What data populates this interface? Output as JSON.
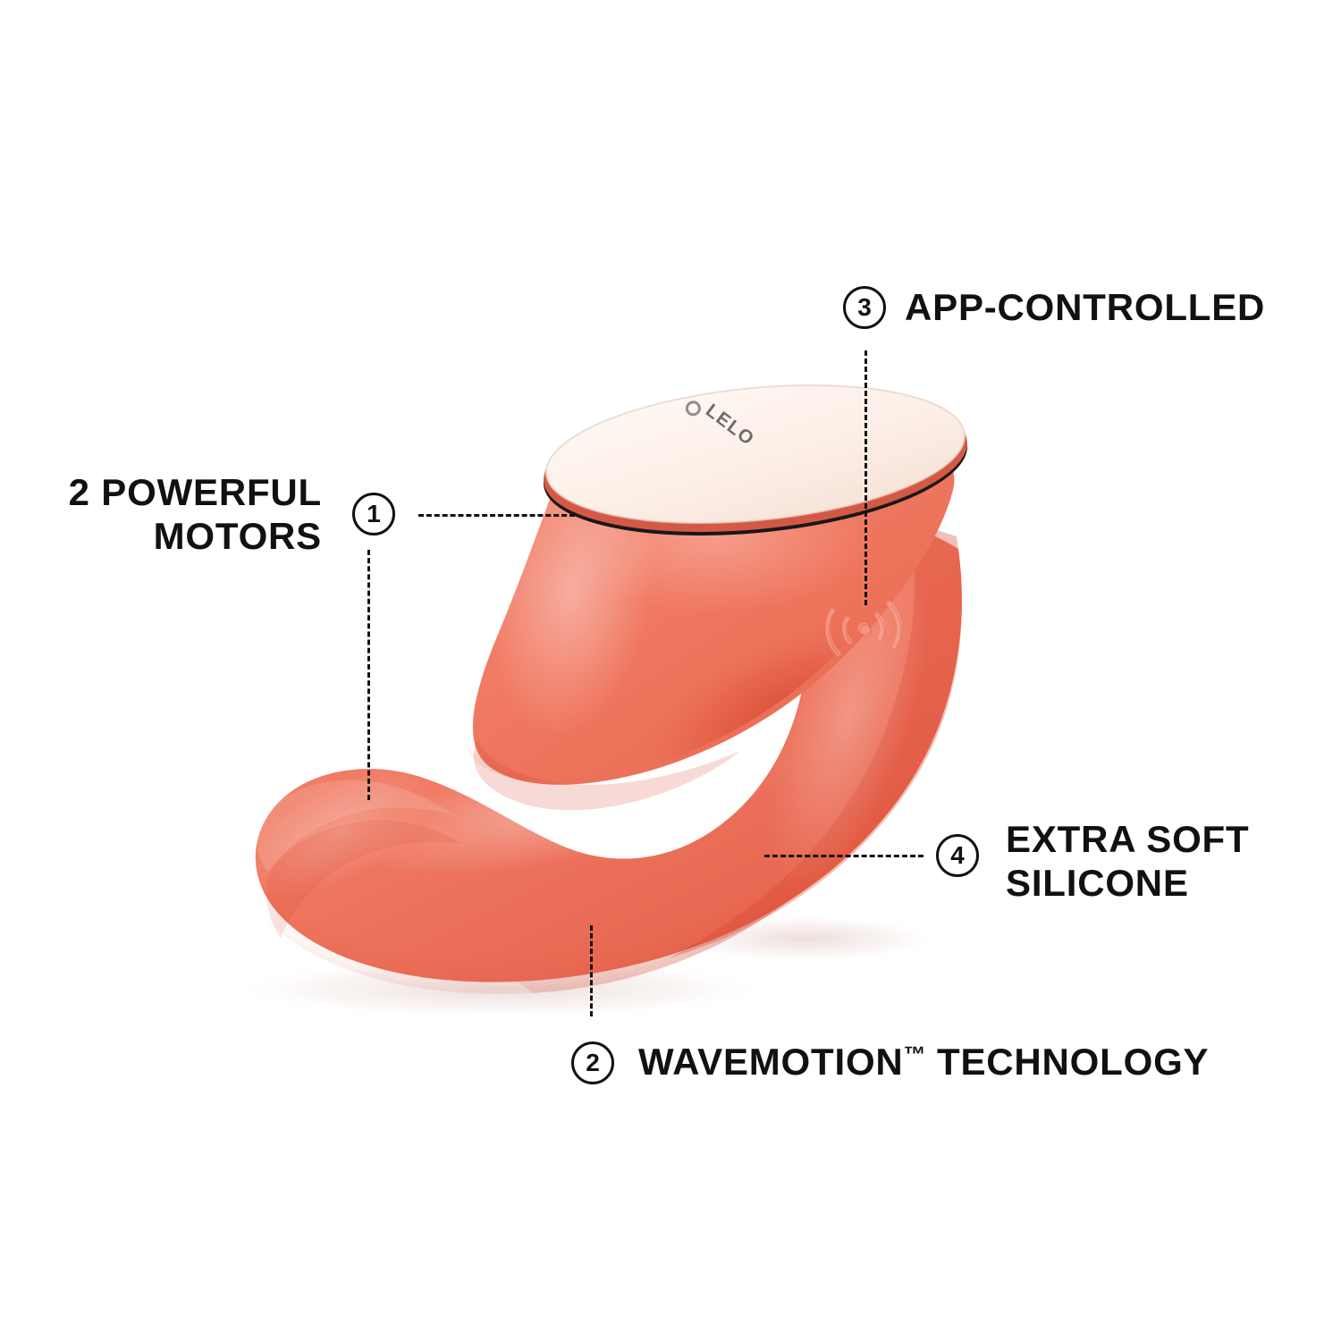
{
  "page": {
    "background_color": "#FFFFFF",
    "title": "Product feature callout infographic"
  },
  "product": {
    "name": "dual-stimulation massager",
    "body_color": "#F0795F",
    "body_shadow_color": "#D9422E",
    "body_highlight_color": "#F79480",
    "cap_color": "#FCEFE8",
    "cap_rim_color": "#1A1A1A",
    "brand_mark": "LELO",
    "embossed_icon": "wireless-signal-icon"
  },
  "callouts": [
    {
      "number": "1",
      "label": "2 POWERFUL\nMOTORS",
      "name": "powerful-motors"
    },
    {
      "number": "2",
      "label": "WAVEMOTION",
      "trademark": "™",
      "label_suffix": " TECHNOLOGY",
      "name": "wavemotion-technology"
    },
    {
      "number": "3",
      "label": "APP-CONTROLLED",
      "name": "app-controlled"
    },
    {
      "number": "4",
      "label": "EXTRA SOFT\nSILICONE",
      "name": "extra-soft-silicone"
    }
  ],
  "text_color": "#111111"
}
